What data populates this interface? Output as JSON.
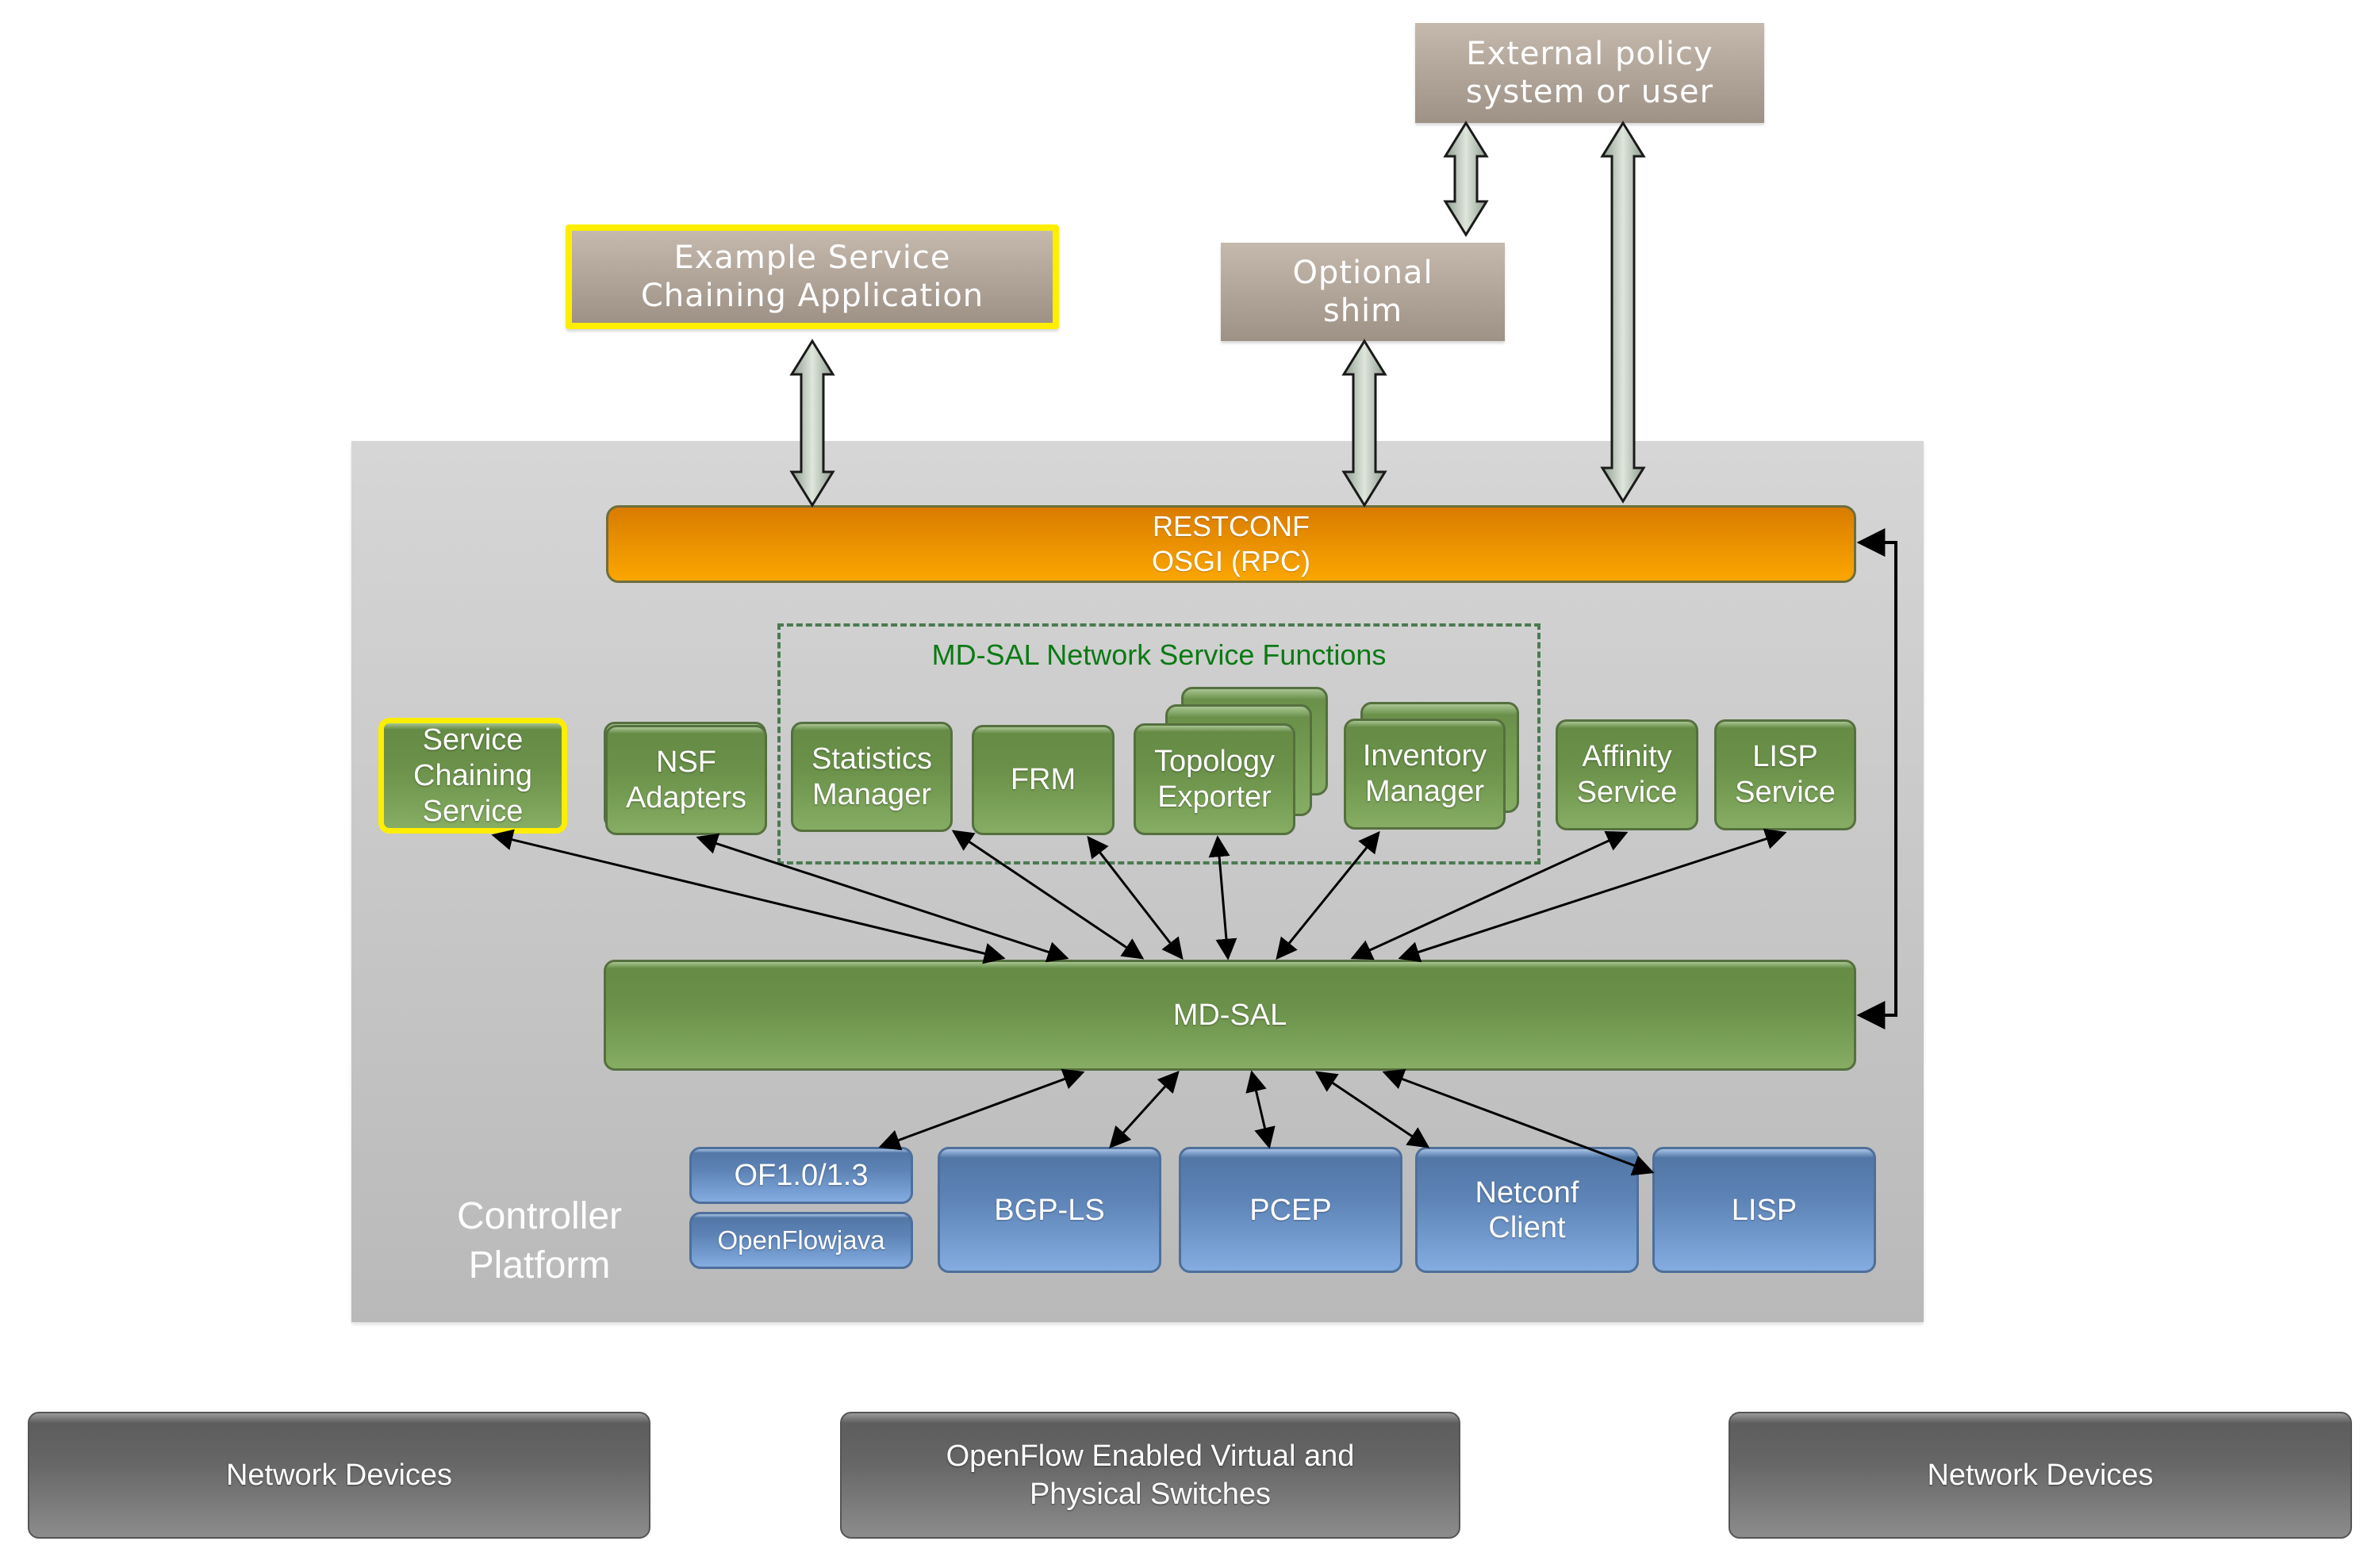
{
  "external": {
    "policy_system": "External policy\nsystem or user",
    "optional_shim": "Optional\nshim",
    "example_app": "Example Service\nChaining Application"
  },
  "controller": {
    "label": "Controller\nPlatform",
    "restconf": "RESTCONF\nOSGI (RPC)",
    "md_sal": "MD-SAL",
    "nsf_group_title": "MD-SAL Network Service Functions",
    "services": {
      "service_chaining": "Service\nChaining\nService",
      "nsf_adapters": "NSF\nAdapters",
      "statistics_manager": "Statistics\nManager",
      "frm": "FRM",
      "topology_exporter": "Topology\nExporter",
      "inventory_manager": "Inventory\nManager",
      "affinity_service": "Affinity\nService",
      "lisp_service": "LISP\nService"
    },
    "southbound": {
      "of": "OF1.0/1.3",
      "openflowjava": "OpenFlowjava",
      "bgp_ls": "BGP-LS",
      "pcep": "PCEP",
      "netconf_client": "Netconf\nClient",
      "lisp": "LISP"
    }
  },
  "devices": {
    "left": "Network Devices",
    "center": "OpenFlow Enabled Virtual and\nPhysical Switches",
    "right": "Network Devices"
  },
  "colors": {
    "highlight": "#ffee00",
    "restconf": "#f39c00",
    "md_sal": "#6f9650",
    "southbound": "#6a8fc2",
    "nsf_title": "#0a7a14"
  }
}
